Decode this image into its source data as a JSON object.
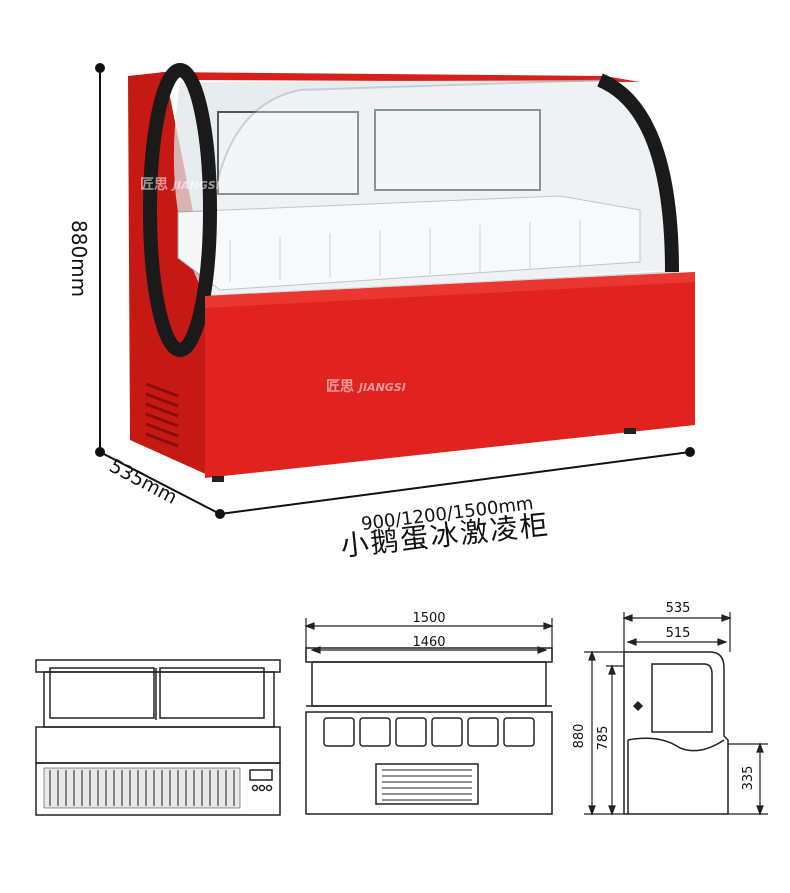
{
  "product": {
    "title": "小鹅蛋冰激凌柜",
    "body_color": "#e0231f",
    "glass_frame_color": "#1a1a1a"
  },
  "photo_dimensions": {
    "height_label": "880mm",
    "depth_label": "535mm",
    "width_label": "900/1200/1500mm"
  },
  "watermark": {
    "brand_cn": "匠思",
    "brand_en": "JIANGSI"
  },
  "front_view": {
    "width_outer": "1500",
    "width_inner": "1460"
  },
  "side_view": {
    "depth_outer": "535",
    "depth_inner": "515",
    "height_total": "880",
    "height_inner": "785",
    "height_base": "335"
  }
}
